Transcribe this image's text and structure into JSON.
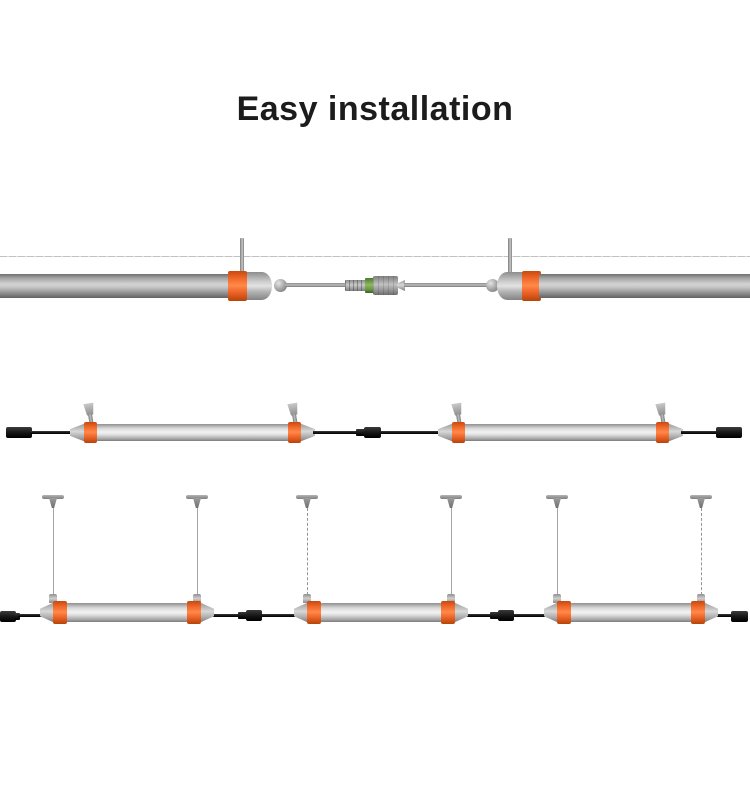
{
  "title": "Easy installation",
  "colors": {
    "background": "#ffffff",
    "title_text": "#1c1c1c",
    "accent_orange": "#f1682a",
    "connector_green": "#77a84f",
    "metal_gray": "#b5b5b5",
    "light_tube_gray": "#e8e8e8",
    "cable_black": "#141414",
    "hanging_wire_gray": "#a5a5a5",
    "ceiling_line_gray": "#c9c9c9"
  },
  "rows": [
    {
      "name": "connector-close-up"
    },
    {
      "name": "clip-mounted-bars"
    },
    {
      "name": "wire-suspended-bars"
    }
  ],
  "part_legend": {
    "light_bar_tube": "light-bar-tube",
    "orange_lock_ring": "orange-lock-ring",
    "end_cap": "end-cap",
    "quick_connector": "quick-connector",
    "power_cable": "power-cable",
    "cable_plug": "cable-plug",
    "mounting_clip": "mounting-clip",
    "ceiling_anchor": "ceiling-anchor",
    "hanging_wire": "hanging-wire"
  }
}
